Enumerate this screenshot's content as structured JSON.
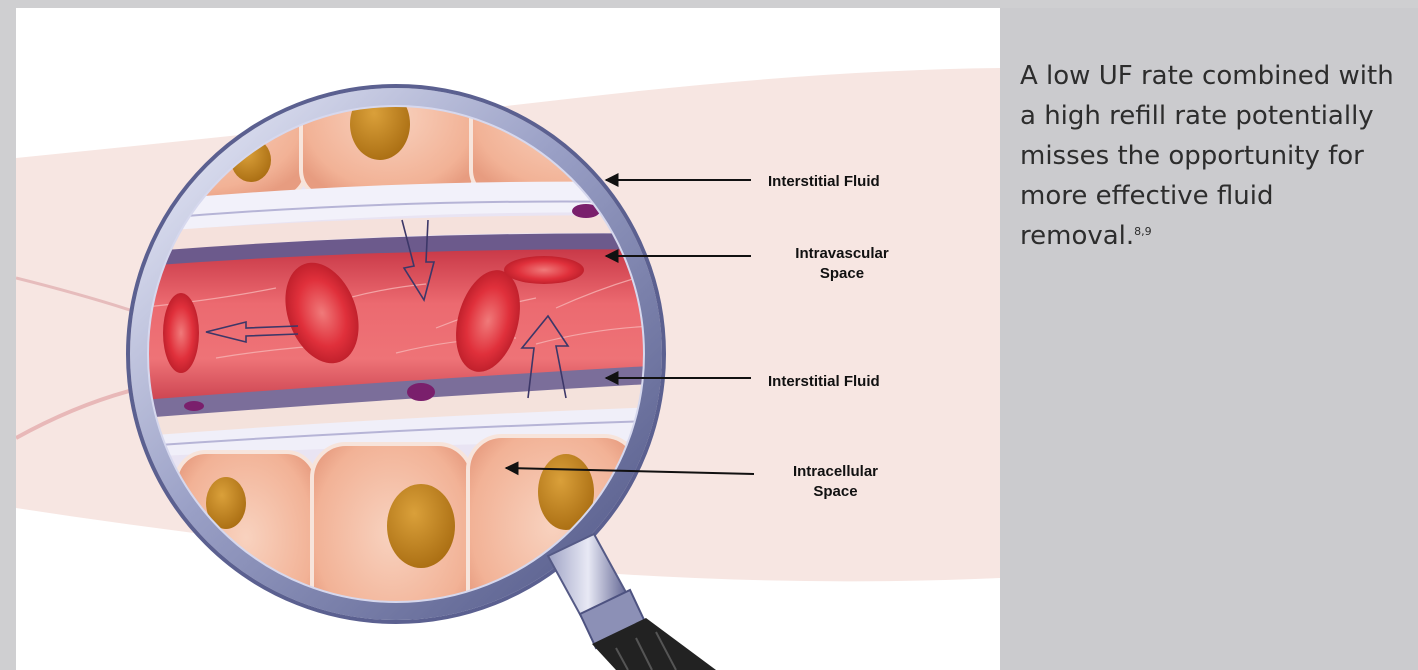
{
  "figure": {
    "labels": {
      "interstitial_top": "Interstitial Fluid",
      "intravascular_line1": "Intravascular",
      "intravascular_line2": "Space",
      "interstitial_bottom": "Interstitial Fluid",
      "intracellular_line1": "Intracellular",
      "intracellular_line2": "Space"
    }
  },
  "side_panel": {
    "text": "A low UF rate combined with a high refill rate potentially misses the opportunity for more effective fluid removal.",
    "citation": "8,9"
  },
  "colors": {
    "page_background": "#cfcfd1",
    "vessel": "#e24a52",
    "cell": "#f6c0a7",
    "nucleus": "#c98a22",
    "lens_rim": "#7b7fa8"
  }
}
